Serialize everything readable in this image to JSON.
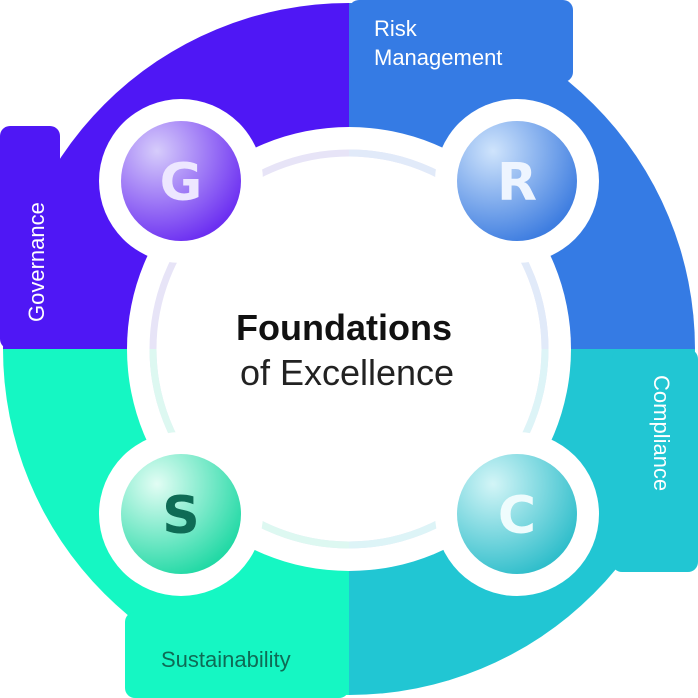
{
  "center": {
    "title": "Foundations",
    "subtitle": "of Excellence"
  },
  "quadrants": [
    {
      "key": "governance",
      "letter": "G",
      "label": "Governance",
      "color": "#4F17F5",
      "label_color": "#FFFFFF"
    },
    {
      "key": "risk",
      "letter": "R",
      "label_line1": "Risk",
      "label_line2": "Management",
      "color": "#357BE4",
      "label_color": "#FFFFFF"
    },
    {
      "key": "compliance",
      "letter": "C",
      "label": "Compliance",
      "color": "#21C6D3",
      "label_color": "#FFFFFF"
    },
    {
      "key": "sustainability",
      "letter": "S",
      "label": "Sustainability",
      "color": "#15F7C3",
      "label_color": "#0E6B55"
    }
  ],
  "badge_colors": {
    "G": {
      "light": "#B9A4F6",
      "dark": "#6A2CF0",
      "text": "#E8E2FF"
    },
    "R": {
      "light": "#B9D7FA",
      "dark": "#3F7EDF",
      "text": "#EAF3FF"
    },
    "C": {
      "light": "#B6EEF2",
      "dark": "#32BFCB",
      "text": "#E8FBFC"
    },
    "S": {
      "light": "#C7FBEB",
      "dark": "#25D8A6",
      "text": "#0E6B55"
    }
  }
}
